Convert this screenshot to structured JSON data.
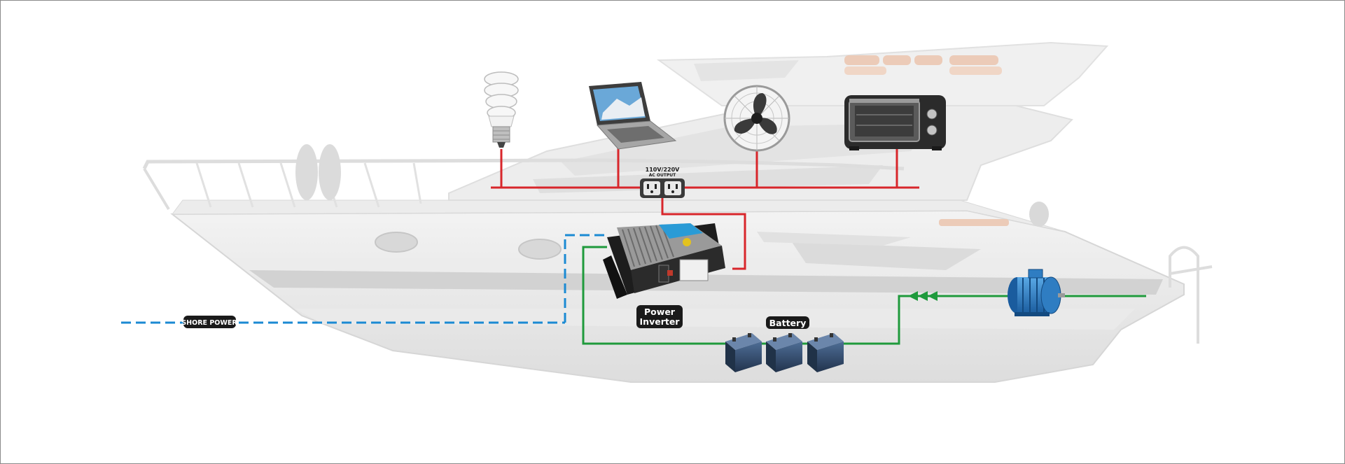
{
  "labels": {
    "shore_power": "SHORE POWER",
    "power_inverter_line1": "Power",
    "power_inverter_line2": "Inverter",
    "battery": "Battery",
    "ac_output_line1": "110V/220V",
    "ac_output_line2": "AC OUTPUT"
  },
  "colors": {
    "ac_wire": "#d8262b",
    "dc_wire": "#1f9a3c",
    "shore_wire": "#1b8ad3",
    "boat": "#e6e6e6",
    "label_bg": "#1a1a1a"
  },
  "devices": [
    "cfl-bulb",
    "laptop",
    "fan",
    "toaster-oven",
    "power-inverter",
    "battery",
    "battery",
    "battery",
    "motor"
  ]
}
